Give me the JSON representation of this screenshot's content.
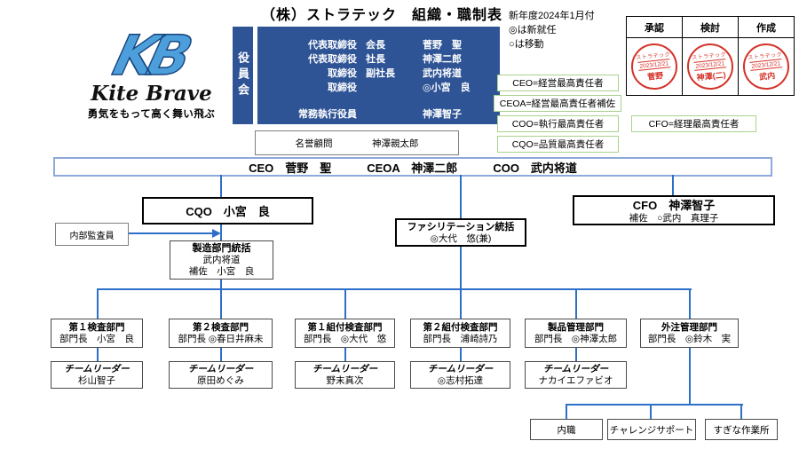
{
  "title": "（株）ストラテック　組織・職制表",
  "logo": {
    "monogram": "KB",
    "name": "Kite Brave",
    "tagline": "勇気をもって高く舞い飛ぶ"
  },
  "notes": {
    "line1": "新年度2024年1月付",
    "line2": "◎は新就任",
    "line3": "○は移動"
  },
  "board": {
    "tab": "役員会",
    "rows": [
      {
        "role": "代表取締役",
        "post": "会長",
        "name": "菅野　聖"
      },
      {
        "role": "代表取締役",
        "post": "社長",
        "name": "神澤二郎"
      },
      {
        "role": "取締役",
        "post": "副社長",
        "name": "武内将道"
      },
      {
        "role": "取締役",
        "post": "",
        "name": "◎小宮　良"
      },
      {
        "role": "常務執行役員",
        "post": "",
        "name": "神澤智子"
      }
    ]
  },
  "advisor": {
    "label": "名誉顧問",
    "name": "神澤親太郎"
  },
  "stamps": {
    "headers": [
      "承認",
      "検討",
      "作成"
    ],
    "items": [
      {
        "company": "ストラテック",
        "date": "2023/12/21",
        "name": "菅野"
      },
      {
        "company": "ストラテック",
        "date": "2023/12/21",
        "name": "神澤(二)"
      },
      {
        "company": "ストラテック",
        "date": "2023/12/21",
        "name": "武内"
      }
    ]
  },
  "definitions": {
    "ceo": "CEO=経営最高責任者",
    "ceoa": "CEOA=経営最高責任者補佐",
    "coo": "COO=執行最高責任者",
    "cqo": "CQO=品質最高責任者",
    "cfo": "CFO=経理最高責任者"
  },
  "executive_bar": {
    "items": [
      "CEO　菅野　聖",
      "CEOA　神澤二郎",
      "COO　武内将道"
    ]
  },
  "nodes": {
    "cqo": "CQO　小宮　良",
    "auditor": "内部監査員",
    "manufacturing": {
      "title": "製造部門統括",
      "name": "武内将道",
      "assistant": "補佐　小宮　良"
    },
    "facilitation": {
      "title": "ファシリテーション統括",
      "name": "◎大代　悠(兼)"
    },
    "cfo": {
      "title": "CFO　神澤智子",
      "assistant": "補佐　○武内　真理子"
    }
  },
  "departments": [
    {
      "title": "第１検査部門",
      "manager": "部門長　小宮　良"
    },
    {
      "title": "第２検査部門",
      "manager": "部門長 ◎春日井麻未"
    },
    {
      "title": "第１組付検査部門",
      "manager": "部門長　◎大代　悠"
    },
    {
      "title": "第２組付検査部門",
      "manager": "部門長　浦崎詩乃"
    },
    {
      "title": "製品管理部門",
      "manager": "部門長　◎神澤太郎"
    },
    {
      "title": "外注管理部門",
      "manager": "部門長　◎鈴木　実"
    }
  ],
  "team_leaders": [
    {
      "title": "チームリーダー",
      "name": "杉山智子"
    },
    {
      "title": "チームリーダー",
      "name": "原田めぐみ"
    },
    {
      "title": "チームリーダー",
      "name": "野末真次"
    },
    {
      "title": "チームリーダー",
      "name": "◎志村拓達"
    },
    {
      "title": "チームリーダー",
      "name": "ナカイエファビオ"
    }
  ],
  "subcontractors": [
    "内職",
    "チャレンジサポート",
    "すぎな作業所"
  ],
  "colors": {
    "board_blue": "#2F5496",
    "line_blue": "#2E6FC8",
    "green_border": "#A9D18E",
    "bar_border": "#8EA9DB",
    "stamp_red": "#D43228",
    "logo_blue": "#4D9FDC"
  }
}
